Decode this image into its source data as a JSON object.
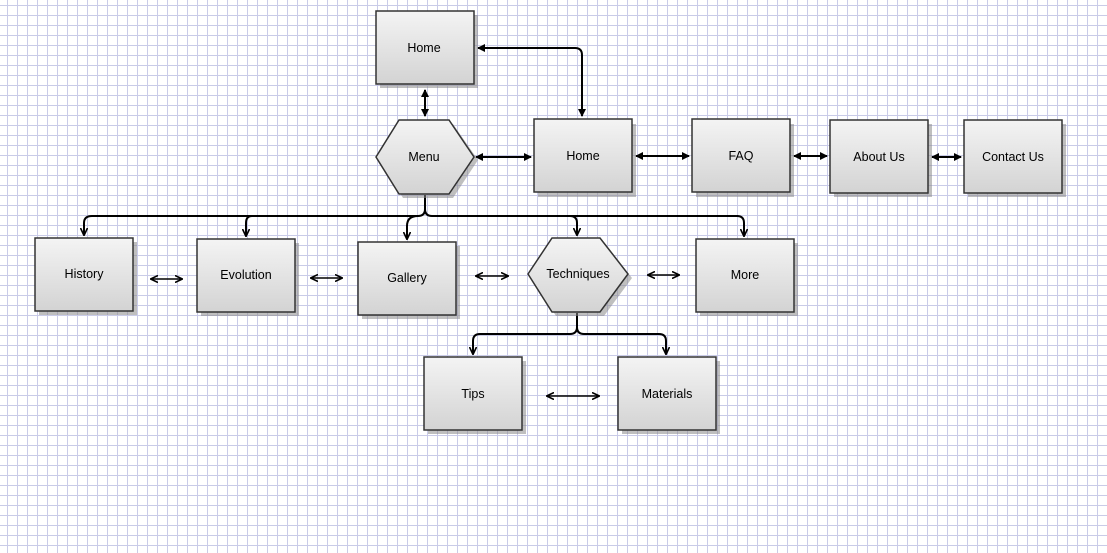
{
  "nodes": {
    "home_top": "Home",
    "menu": "Menu",
    "home": "Home",
    "faq": "FAQ",
    "about": "About Us",
    "contact": "Contact Us",
    "history": "History",
    "evolution": "Evolution",
    "gallery": "Gallery",
    "techniques": "Techniques",
    "more": "More",
    "tips": "Tips",
    "materials": "Materials"
  },
  "colors": {
    "node_fill_top": "#f4f4f4",
    "node_fill_bottom": "#d3d3d3",
    "node_stroke": "#333333",
    "shadow": "#8a8a8a",
    "connector": "#000000",
    "grid": "#c9cbe8"
  }
}
